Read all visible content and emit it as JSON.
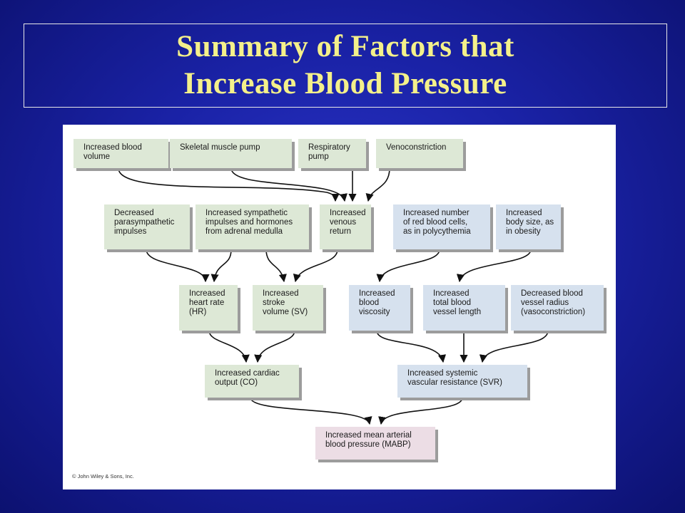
{
  "title": {
    "line1": "Summary of Factors that",
    "line2": "Increase Blood Pressure"
  },
  "nodes": {
    "increased_blood_volume": "Increased blood\nvolume",
    "skeletal_muscle_pump": "Skeletal muscle pump",
    "respiratory_pump": "Respiratory\npump",
    "venoconstriction": "Venoconstriction",
    "decreased_parasympathetic": "Decreased\nparasympathetic\nimpulses",
    "increased_sympathetic": "Increased sympathetic\nimpulses and hormones\nfrom adrenal medulla",
    "increased_venous_return": "Increased\nvenous\nreturn",
    "increased_red_blood_cells": "Increased number\nof red blood cells,\nas in polycythemia",
    "increased_body_size": "Increased\nbody size, as\nin obesity",
    "increased_heart_rate": "Increased\nheart rate\n(HR)",
    "increased_stroke_volume": "Increased\nstroke\nvolume (SV)",
    "increased_blood_viscosity": "Increased\nblood\nviscosity",
    "increased_vessel_length": "Increased\ntotal blood\nvessel length",
    "decreased_vessel_radius": "Decreased blood\nvessel radius\n(vasoconstriction)",
    "increased_cardiac_output": "Increased cardiac\noutput (CO)",
    "increased_svr": "Increased systemic\nvascular resistance (SVR)",
    "increased_mabp": "Increased mean arterial\nblood pressure (MABP)"
  },
  "copyright": "© John Wiley & Sons, Inc.",
  "colors": {
    "background": "#1a22a6",
    "title_text": "#f4f08a",
    "green_box": "#dde8d6",
    "blue_box": "#d6e1ee",
    "pink_box": "#ecdde5"
  }
}
